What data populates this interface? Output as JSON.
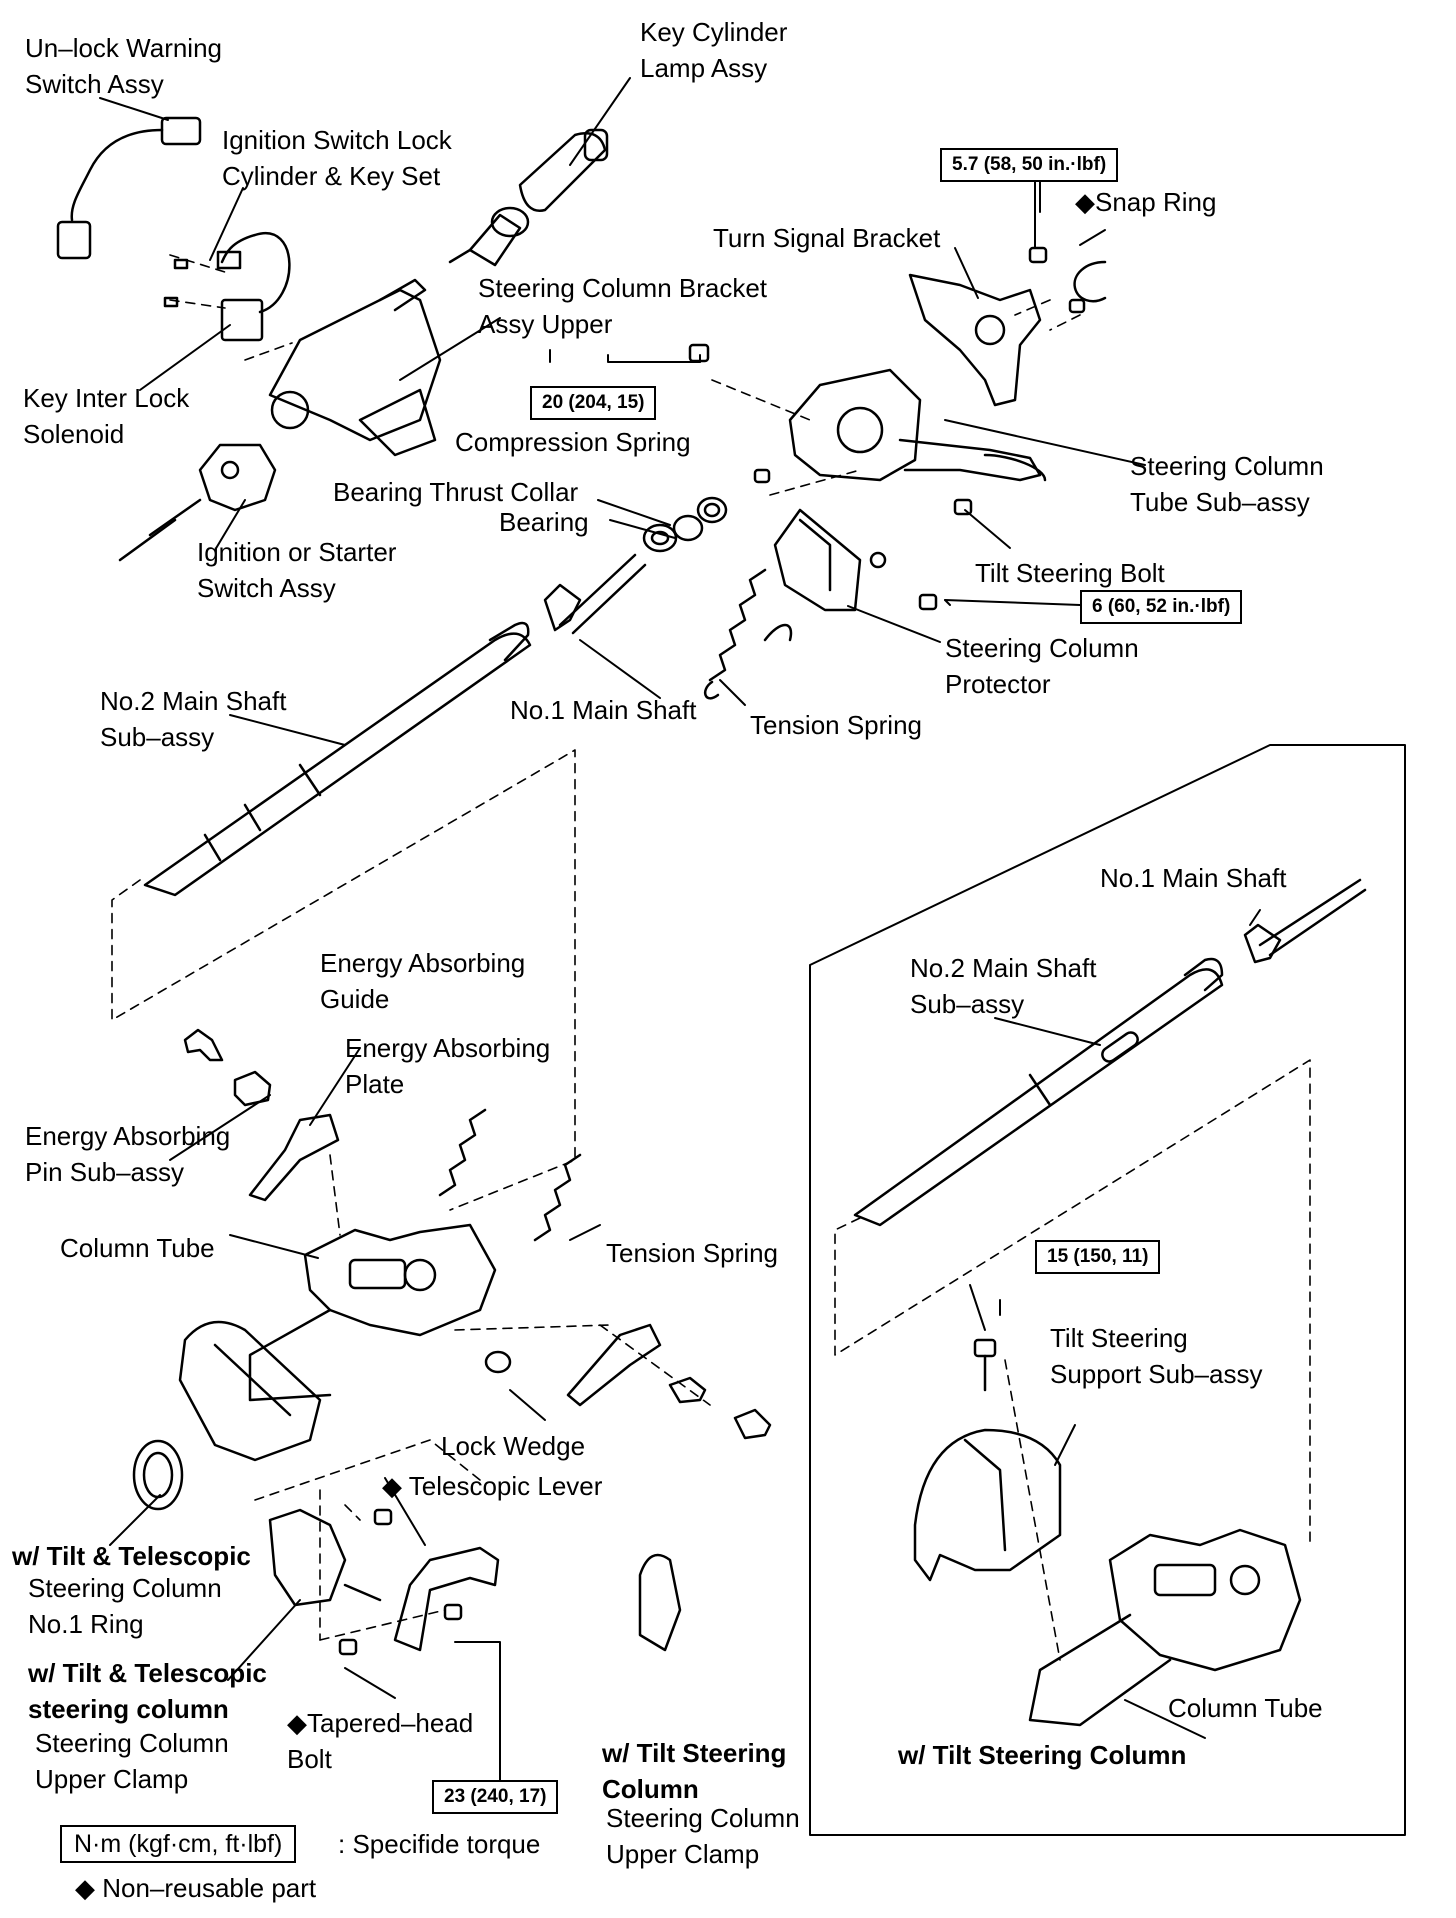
{
  "labels": {
    "unlock_warning": [
      "Un–lock Warning",
      "Switch Assy"
    ],
    "key_cylinder_lamp": [
      "Key Cylinder",
      "Lamp Assy"
    ],
    "ignition_lock": [
      "Ignition Switch Lock",
      "Cylinder & Key Set"
    ],
    "bracket_upper": [
      "Steering Column Bracket",
      "Assy Upper"
    ],
    "key_interlock": [
      "Key Inter Lock",
      "Solenoid"
    ],
    "compression_spring": "Compression Spring",
    "bearing_thrust_collar": "Bearing Thrust Collar",
    "bearing": "Bearing",
    "ignition_starter": [
      "Ignition or Starter",
      "Switch Assy"
    ],
    "snap_ring": "◆Snap Ring",
    "turn_signal_bracket": "Turn Signal Bracket",
    "column_tube_subassy": [
      "Steering Column",
      "Tube Sub–assy"
    ],
    "tilt_steering_bolt": "Tilt Steering Bolt",
    "column_protector": [
      "Steering Column",
      "Protector"
    ],
    "no2_main_shaft": [
      "No.2 Main Shaft",
      "Sub–assy"
    ],
    "no1_main_shaft": "No.1 Main Shaft",
    "tension_spring_top": "Tension Spring",
    "energy_guide": [
      "Energy Absorbing",
      "Guide"
    ],
    "energy_plate": [
      "Energy Absorbing",
      "Plate"
    ],
    "energy_pin": [
      "Energy Absorbing",
      "Pin Sub–assy"
    ],
    "column_tube": "Column Tube",
    "tension_spring_mid": "Tension Spring",
    "lock_wedge": "Lock Wedge",
    "telescopic_lever": "◆ Telescopic Lever",
    "ring_variant": "w/ Tilt & Telescopic",
    "ring_name": [
      "Steering Column",
      "No.1 Ring"
    ],
    "clamp_variant": [
      "w/ Tilt & Telescopic",
      "steering column"
    ],
    "clamp_name": [
      "Steering Column",
      "Upper Clamp"
    ],
    "tapered_bolt": [
      "◆Tapered–head",
      "Bolt"
    ],
    "tilt_clamp_variant": [
      "w/ Tilt Steering",
      "Column"
    ],
    "tilt_clamp_name": [
      "Steering Column",
      "Upper Clamp"
    ],
    "inset_no1_main_shaft": "No.1 Main Shaft",
    "inset_no2_main_shaft": [
      "No.2 Main Shaft",
      "Sub–assy"
    ],
    "tilt_support": [
      "Tilt Steering",
      "Support Sub–assy"
    ],
    "inset_column_tube": "Column Tube",
    "inset_title": "w/ Tilt Steering Column"
  },
  "torques": {
    "t57": "5.7 (58, 50 in.·lbf)",
    "t20": "20 (204, 15)",
    "t6": "6 (60, 52 in.·lbf)",
    "t15": "15 (150, 11)",
    "t23": "23 (240, 17)"
  },
  "legend": {
    "torque_box": "N·m (kgf·cm, ft·lbf)",
    "torque_text": ": Specifide torque",
    "nonreusable": "◆ Non–reusable part"
  }
}
